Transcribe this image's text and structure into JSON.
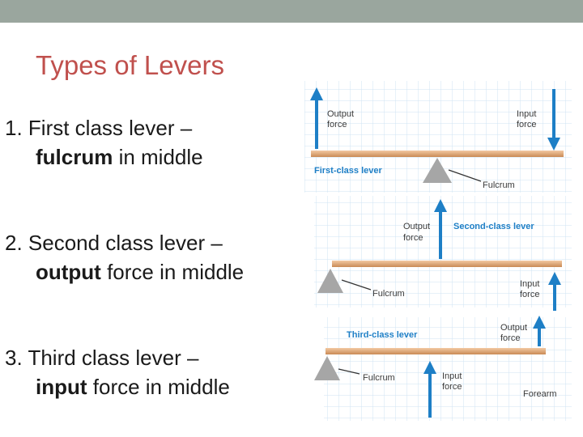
{
  "slide": {
    "title": "Types of Levers",
    "items": [
      {
        "number": "1.",
        "line1": "First class lever –",
        "key": "fulcrum",
        "rest": " in middle"
      },
      {
        "number": "2.",
        "line1": "Second class lever –",
        "key": "output",
        "rest": " force in middle"
      },
      {
        "number": "3.",
        "line1": "Third class lever –",
        "key": "input",
        "rest": " force in middle"
      }
    ]
  },
  "diagrams": {
    "first": {
      "title": "First-class lever",
      "output_label": [
        "Output",
        "force"
      ],
      "input_label": [
        "Input",
        "force"
      ],
      "fulcrum_label": "Fulcrum"
    },
    "second": {
      "title": "Second-class lever",
      "output_label": [
        "Output",
        "force"
      ],
      "input_label": [
        "Input",
        "force"
      ],
      "fulcrum_label": "Fulcrum"
    },
    "third": {
      "title": "Third-class lever",
      "output_label": [
        "Output",
        "force"
      ],
      "input_label": [
        "Input",
        "force"
      ],
      "fulcrum_label": "Fulcrum",
      "extra_label": "Forearm"
    }
  },
  "colors": {
    "title": "#c0504d",
    "arrow": "#1e7fc6",
    "lever_bar": "#e0a070",
    "grid": "#cfe3f3",
    "fulcrum": "#a6a6a6"
  }
}
